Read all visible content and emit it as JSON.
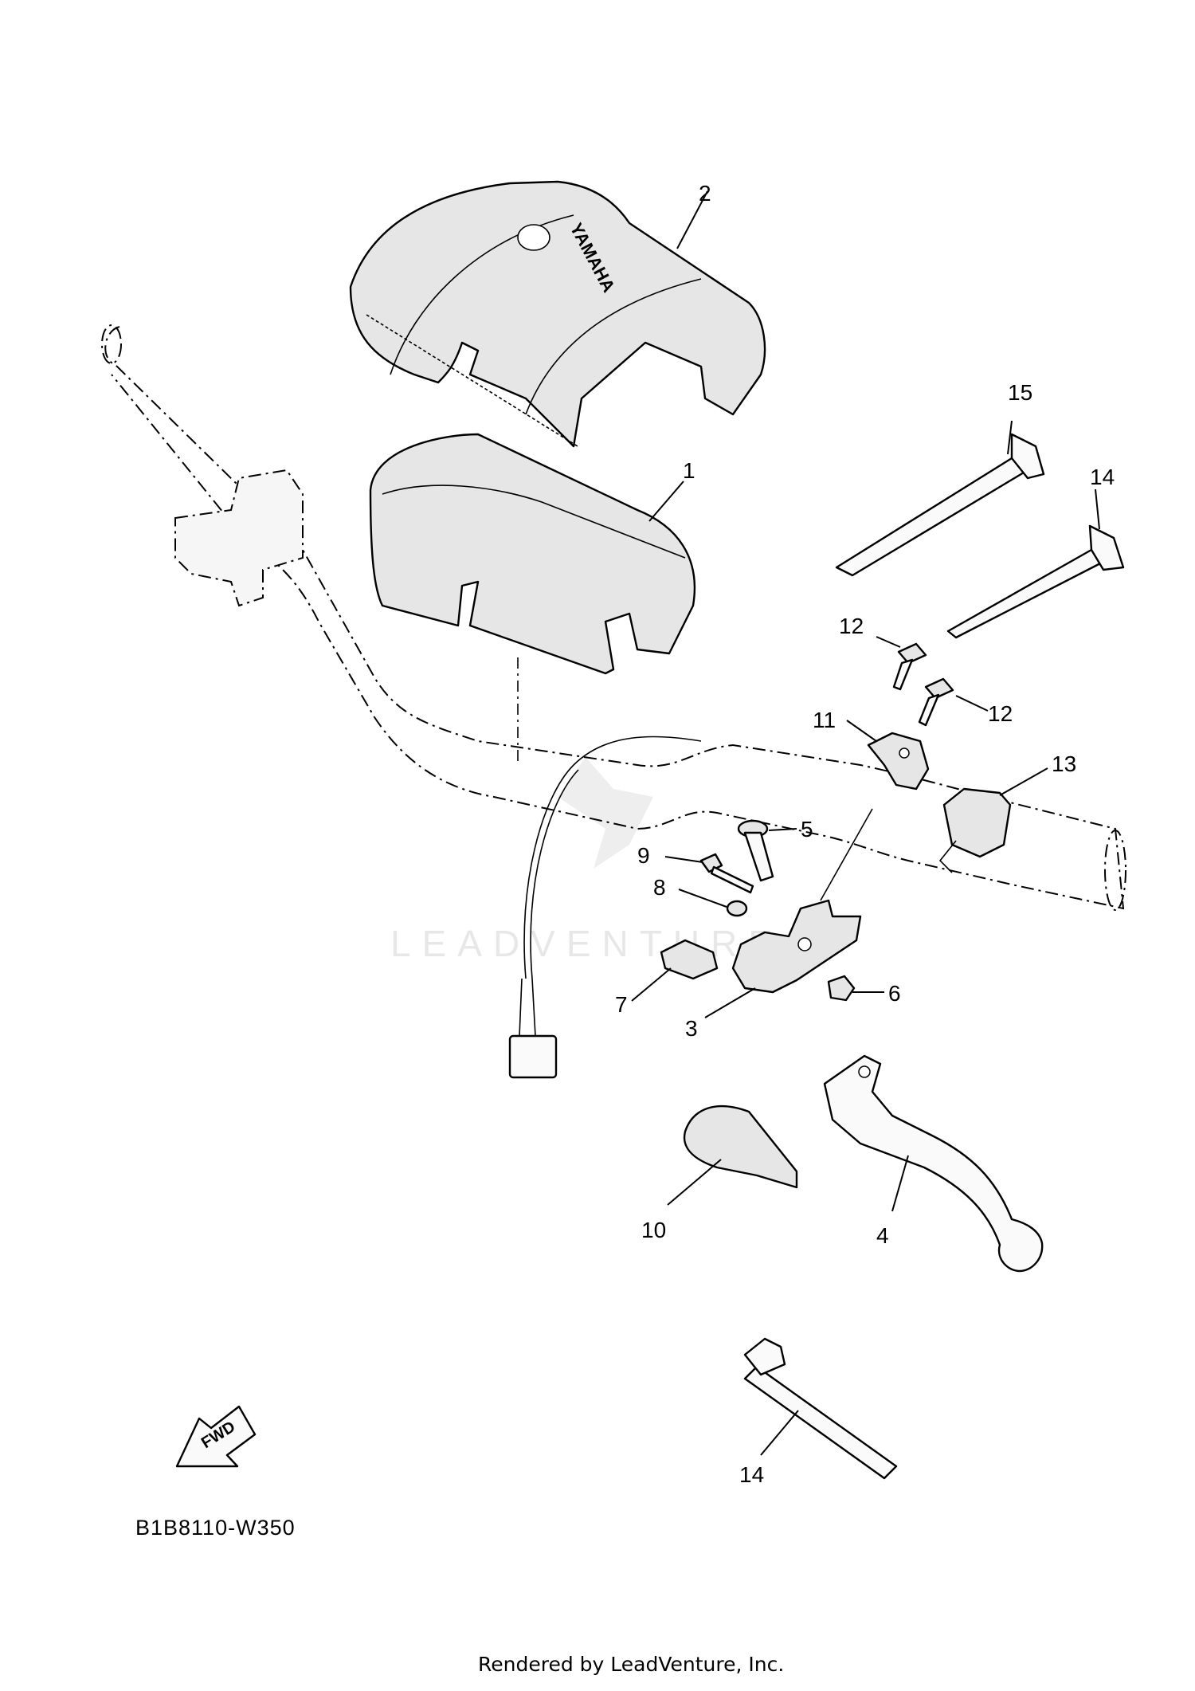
{
  "diagram": {
    "callouts": [
      {
        "id": "c1",
        "text": "1"
      },
      {
        "id": "c2",
        "text": "2"
      },
      {
        "id": "c3",
        "text": "3"
      },
      {
        "id": "c4",
        "text": "4"
      },
      {
        "id": "c5",
        "text": "5"
      },
      {
        "id": "c6",
        "text": "6"
      },
      {
        "id": "c7",
        "text": "7"
      },
      {
        "id": "c8",
        "text": "8"
      },
      {
        "id": "c9",
        "text": "9"
      },
      {
        "id": "c10",
        "text": "10"
      },
      {
        "id": "c11",
        "text": "11"
      },
      {
        "id": "c12a",
        "text": "12"
      },
      {
        "id": "c12b",
        "text": "12"
      },
      {
        "id": "c13",
        "text": "13"
      },
      {
        "id": "c14a",
        "text": "14"
      },
      {
        "id": "c14b",
        "text": "14"
      },
      {
        "id": "c15",
        "text": "15"
      }
    ],
    "pad_logo_text": "YAMAHA",
    "fwd_label": "FWD",
    "diagram_code": "B1B8110-W350",
    "watermark": "LEADVENTURE",
    "credit": "Rendered by LeadVenture, Inc."
  },
  "colors": {
    "line": "#000000",
    "part_fill": "#e6e6e6",
    "watermark": "#d9d9d9"
  }
}
